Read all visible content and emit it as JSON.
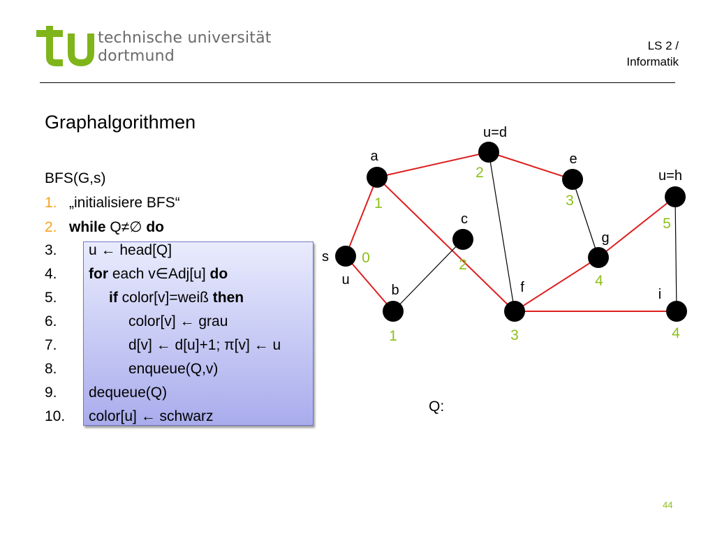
{
  "header": {
    "university_line1": "technische universität",
    "university_line2": "dortmund",
    "chair_line1": "LS 2 /",
    "chair_line2": "Informatik",
    "logo_color": "#7fb51b"
  },
  "slide": {
    "title": "Graphalgorithmen",
    "algorithm_name": "BFS(G,s)",
    "page_number": "44"
  },
  "code": {
    "lines": [
      {
        "num": "1.",
        "text": "„initialisiere BFS“"
      },
      {
        "num": "2.",
        "kw1": "while",
        "text": " Q≠∅ ",
        "kw2": "do"
      },
      {
        "num": "3.",
        "text": "u ← head[Q]"
      },
      {
        "num": "4.",
        "kw1": "for",
        "text": " each v∈Adj[u] ",
        "kw2": "do"
      },
      {
        "num": "5.",
        "kw1": "if",
        "text": " color[v]=weiß ",
        "kw2": "then"
      },
      {
        "num": "6.",
        "text": "color[v] ← grau"
      },
      {
        "num": "7.",
        "text": "d[v] ← d[u]+1; π[v] ← u"
      },
      {
        "num": "8.",
        "text": "enqueue(Q,v)"
      },
      {
        "num": "9.",
        "text": "dequeue(Q)"
      },
      {
        "num": "10.",
        "text": "color[u] ← schwarz"
      }
    ]
  },
  "graph": {
    "vertex_color": "#000000",
    "tree_edge_color": "#dd1f1f",
    "other_edge_color": "#000000",
    "distance_color": "#8dbf1a",
    "vertices": {
      "s": {
        "name": "s",
        "dist": "0",
        "annotation": "u"
      },
      "a": {
        "name": "a",
        "dist": "1"
      },
      "b": {
        "name": "b",
        "dist": "1"
      },
      "c": {
        "name": "c",
        "dist": "2"
      },
      "d": {
        "dist": "2",
        "annotation": "u=d"
      },
      "e": {
        "name": "e",
        "dist": "3"
      },
      "f": {
        "name": "f",
        "dist": "3"
      },
      "g": {
        "name": "g",
        "dist": "4"
      },
      "h": {
        "dist": "5",
        "annotation": "u=h"
      },
      "i": {
        "name": "i",
        "dist": "4"
      }
    },
    "edges": [
      {
        "from": "s",
        "to": "a",
        "tree": true
      },
      {
        "from": "s",
        "to": "b",
        "tree": true
      },
      {
        "from": "a",
        "to": "d",
        "tree": true
      },
      {
        "from": "a",
        "to": "f",
        "tree": true
      },
      {
        "from": "d",
        "to": "e",
        "tree": true
      },
      {
        "from": "f",
        "to": "g",
        "tree": true
      },
      {
        "from": "g",
        "to": "h",
        "tree": true
      },
      {
        "from": "f",
        "to": "i",
        "tree": true
      },
      {
        "from": "b",
        "to": "c",
        "tree": false
      },
      {
        "from": "d",
        "to": "f",
        "tree": false
      },
      {
        "from": "e",
        "to": "g",
        "tree": false
      },
      {
        "from": "h",
        "to": "i",
        "tree": false
      }
    ],
    "queue_label": "Q:"
  }
}
